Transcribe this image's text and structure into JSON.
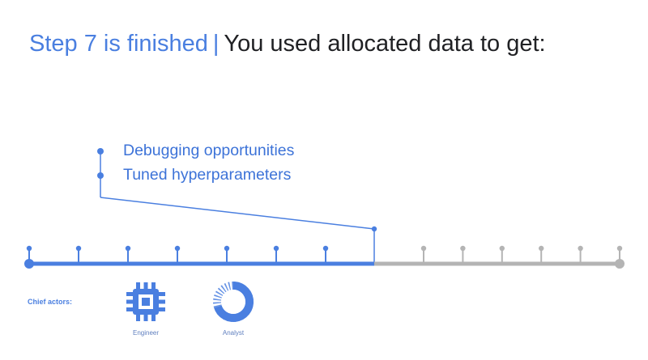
{
  "header": {
    "step_text": "Step 7 is finished",
    "separator": "|",
    "summary_text": "You used allocated data to get:"
  },
  "outcomes": [
    "Debugging opportunities",
    "Tuned hyperparameters"
  ],
  "timeline": {
    "total_steps": 13,
    "completed_steps": 7,
    "completed_color": "#4a7fe0",
    "pending_color": "#b4b4b4"
  },
  "actors": {
    "label": "Chief actors:",
    "items": [
      {
        "name": "Engineer",
        "icon": "chip-icon"
      },
      {
        "name": "Analyst",
        "icon": "donut-chart-icon"
      }
    ]
  }
}
